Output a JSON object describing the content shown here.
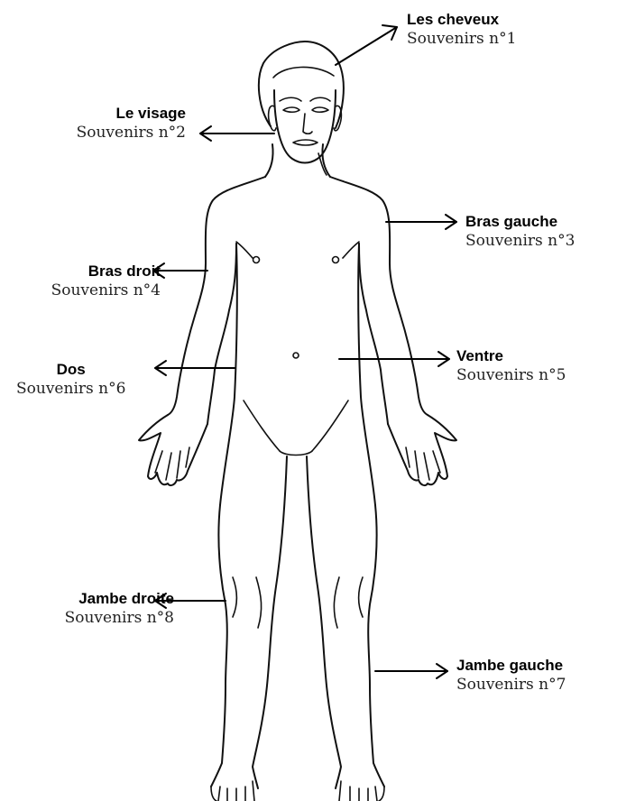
{
  "labels": [
    {
      "id": "cheveux",
      "title": "Les cheveux",
      "subtitle": "Souvenirs n°1"
    },
    {
      "id": "visage",
      "title": "Le visage",
      "subtitle": "Souvenirs n°2"
    },
    {
      "id": "bras-gauche",
      "title": "Bras gauche",
      "subtitle": "Souvenirs n°3"
    },
    {
      "id": "bras-droit",
      "title": "Bras droit",
      "subtitle": "Souvenirs n°4"
    },
    {
      "id": "ventre",
      "title": "Ventre",
      "subtitle": "Souvenirs n°5"
    },
    {
      "id": "dos",
      "title": "Dos",
      "subtitle": "Souvenirs n°6"
    },
    {
      "id": "jambe-gauche",
      "title": "Jambe gauche",
      "subtitle": "Souvenirs n°7"
    },
    {
      "id": "jambe-droite",
      "title": "Jambe droite",
      "subtitle": "Souvenirs n°8"
    }
  ],
  "colors": {
    "line": "#111111",
    "title": "#000000",
    "subtitle": "#222222",
    "background": "#ffffff"
  }
}
